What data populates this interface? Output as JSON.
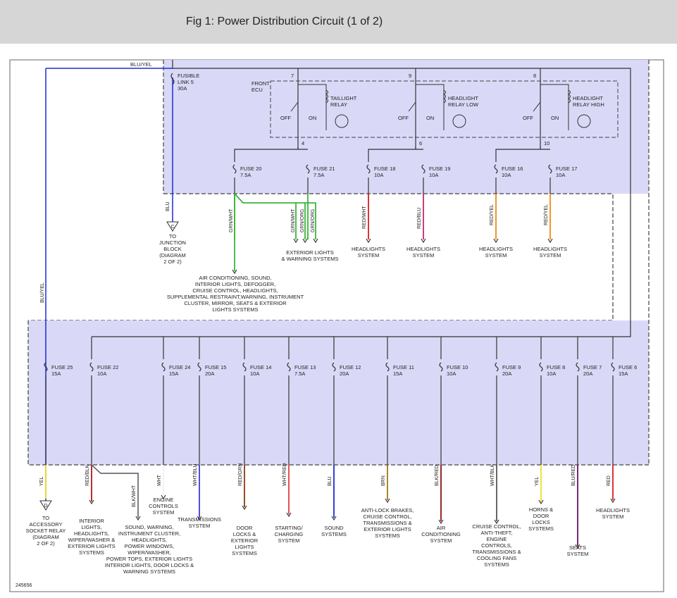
{
  "figure": {
    "title": "Fig 1: Power Distribution Circuit (1 of 2)",
    "id_number": "245656"
  },
  "colors": {
    "panel_fill": "#d9d9f7",
    "title_bar": "#d6d6d6",
    "wire_black": "#333333",
    "blu": "#1e2bd6",
    "grn_wht": "#3bb53b",
    "red": "#d62020",
    "red_blk": "#b01818",
    "red_blu": "#c4286e",
    "red_yel": "#f08a10",
    "red_grn": "#8a3a10",
    "wht_red": "#e04040",
    "brn": "#a07a10",
    "blk_red": "#8a1010",
    "yel": "#f0e020",
    "blu_red": "#6a1060",
    "wht_blu": "#3a3ae0"
  },
  "upper": {
    "feed_wire": "BLU/YEL",
    "fusible_link": [
      "FUSIBLE",
      "LINK 5",
      "30A"
    ],
    "front_ecu": [
      "FRONT",
      "ECU"
    ],
    "relays": [
      {
        "pin_in": "7",
        "name": [
          "TAILLIGHT",
          "RELAY"
        ],
        "off": "OFF",
        "on": "ON",
        "pin_out": "4"
      },
      {
        "pin_in": "9",
        "name": [
          "HEADLIGHT",
          "RELAY LOW"
        ],
        "off": "OFF",
        "on": "ON",
        "pin_out": "6"
      },
      {
        "pin_in": "8",
        "name": [
          "HEADLIGHT",
          "RELAY HIGH"
        ],
        "off": "OFF",
        "on": "ON",
        "pin_out": "10"
      }
    ],
    "fuses": [
      {
        "name": "FUSE 20",
        "rating": "7.5A"
      },
      {
        "name": "FUSE 21",
        "rating": "7.5A"
      },
      {
        "name": "FUSE 18",
        "rating": "10A"
      },
      {
        "name": "FUSE 19",
        "rating": "10A"
      },
      {
        "name": "FUSE 16",
        "rating": "10A"
      },
      {
        "name": "FUSE 17",
        "rating": "10A"
      }
    ],
    "wire_labels": [
      "GRN/WHT",
      "GRN/WHT",
      "GRN/ORG",
      "GRN/ORG",
      "RED/WHT",
      "RED/BLU",
      "RED/YEL",
      "RED/YEL",
      "BLU",
      "BLU/YEL"
    ],
    "connector_c": "C",
    "connector_c_dest": [
      "TO",
      "JUNCTION",
      "BLOCK",
      "(DIAGRAM",
      "2 OF 2)"
    ],
    "exterior_dest": [
      "EXTERIOR LIGHTS",
      "& WARNING SYSTEMS"
    ],
    "ac_dest": [
      "AIR CONDITIONING, SOUND,",
      "INTERIOR LIGHTS, DEFOGGER,",
      "CRUISE CONTROL, HEADLIGHTS,",
      "SUPPLEMENTAL RESTRAINT,WARNING, INSTRUMENT",
      "CLUSTER, MIRROR, SEATS & EXTERIOR",
      "LIGHTS SYSTEMS"
    ],
    "headlights_dest": [
      "HEADLIGHTS",
      "SYSTEM"
    ]
  },
  "lower": {
    "fuses": [
      {
        "name": "FUSE 25",
        "rating": "15A",
        "wire": "YEL",
        "dest": [
          "TO",
          "ACCESSORY",
          "SOCKET RELAY",
          "(DIAGRAM",
          "2 OF 2)"
        ],
        "connector": "D"
      },
      {
        "name": "FUSE 22",
        "rating": "10A",
        "wire": "RED/BLK",
        "dest": [
          "INTERIOR",
          "LIGHTS,",
          "HEADLIGHTS,",
          "WIPER/WASHER &",
          "EXTERIOR LIGHTS",
          "SYSTEMS"
        ],
        "wire2": "BLK/WHT",
        "dest2": [
          "SOUND, WARNING,",
          "INSTRUMENT CLUSTER,",
          "HEADLIGHTS,",
          "POWER WINDOWS,",
          "WIPER/WASHER,",
          "POWER TOPS, EXTERIOR LIGHTS",
          "INTERIOR LIGHTS, DOOR LOCKS &",
          "WARNING SYSTEMS"
        ]
      },
      {
        "name": "FUSE 24",
        "rating": "15A",
        "wire": "WHT",
        "dest": [
          "ENGINE",
          "CONTROLS",
          "SYSTEM"
        ]
      },
      {
        "name": "FUSE 15",
        "rating": "20A",
        "wire": "WHT/BLU",
        "dest": [
          "TRANSMISSIONS",
          "SYSTEM"
        ]
      },
      {
        "name": "FUSE 14",
        "rating": "10A",
        "wire": "RED/GRN",
        "dest": [
          "DOOR",
          "LOCKS &",
          "EXTERIOR",
          "LIGHTS",
          "SYSTEMS"
        ]
      },
      {
        "name": "FUSE 13",
        "rating": "7.5A",
        "wire": "WHT/RED",
        "dest": [
          "STARTING/",
          "CHARGING",
          "SYSTEM"
        ]
      },
      {
        "name": "FUSE 12",
        "rating": "20A",
        "wire": "BLU",
        "dest": [
          "SOUND",
          "SYSTEMS"
        ]
      },
      {
        "name": "FUSE 11",
        "rating": "15A",
        "wire": "BRN",
        "dest": [
          "ANTI-LOCK BRAKES,",
          "CRUISE CONTROL,",
          "TRANSMISSIONS &",
          "EXTERIOR LIGHTS",
          "SYSTEMS"
        ]
      },
      {
        "name": "FUSE 10",
        "rating": "10A",
        "wire": "BLK/RED",
        "dest": [
          "AIR",
          "CONDITIONING",
          "SYSTEM"
        ]
      },
      {
        "name": "FUSE 9",
        "rating": "20A",
        "wire": "WHT/BLK",
        "dest": [
          "CRUISE CONTROL,",
          "ANTI-THEFT,",
          "ENGINE",
          "CONTROLS,",
          "TRANSMISSIONS &",
          "COOLING FANS",
          "SYSTEMS"
        ]
      },
      {
        "name": "FUSE 8",
        "rating": "10A",
        "wire": "YEL",
        "dest": [
          "HORNS &",
          "DOOR",
          "LOCKS",
          "SYSTEMS"
        ]
      },
      {
        "name": "FUSE 7",
        "rating": "20A",
        "wire": "BLU/RED",
        "dest": [
          "SEATS",
          "SYSTEM"
        ]
      },
      {
        "name": "FUSE 6",
        "rating": "15A",
        "wire": "RED",
        "dest": [
          "HEADLIGHTS",
          "SYSTEM"
        ]
      }
    ]
  }
}
